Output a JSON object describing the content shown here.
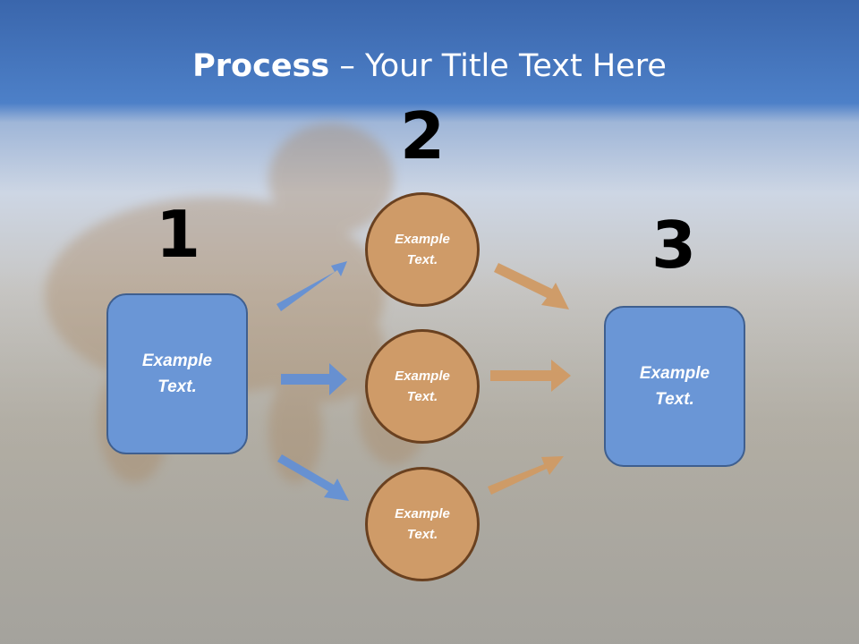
{
  "slide": {
    "title_bold": "Process",
    "title_rest": " – Your Title Text Here"
  },
  "steps": [
    {
      "number": "1",
      "label": "Example\nText."
    },
    {
      "number": "2",
      "labels": [
        "Example\nText.",
        "Example\nText.",
        "Example\nText."
      ]
    },
    {
      "number": "3",
      "label": "Example\nText."
    }
  ],
  "colors": {
    "header_blue": "#4a78c0",
    "box_blue": "#6a96d6",
    "circle_tan": "#cf9b68",
    "arrow_blue": "#5f8fd8",
    "arrow_tan": "#d09a64"
  }
}
